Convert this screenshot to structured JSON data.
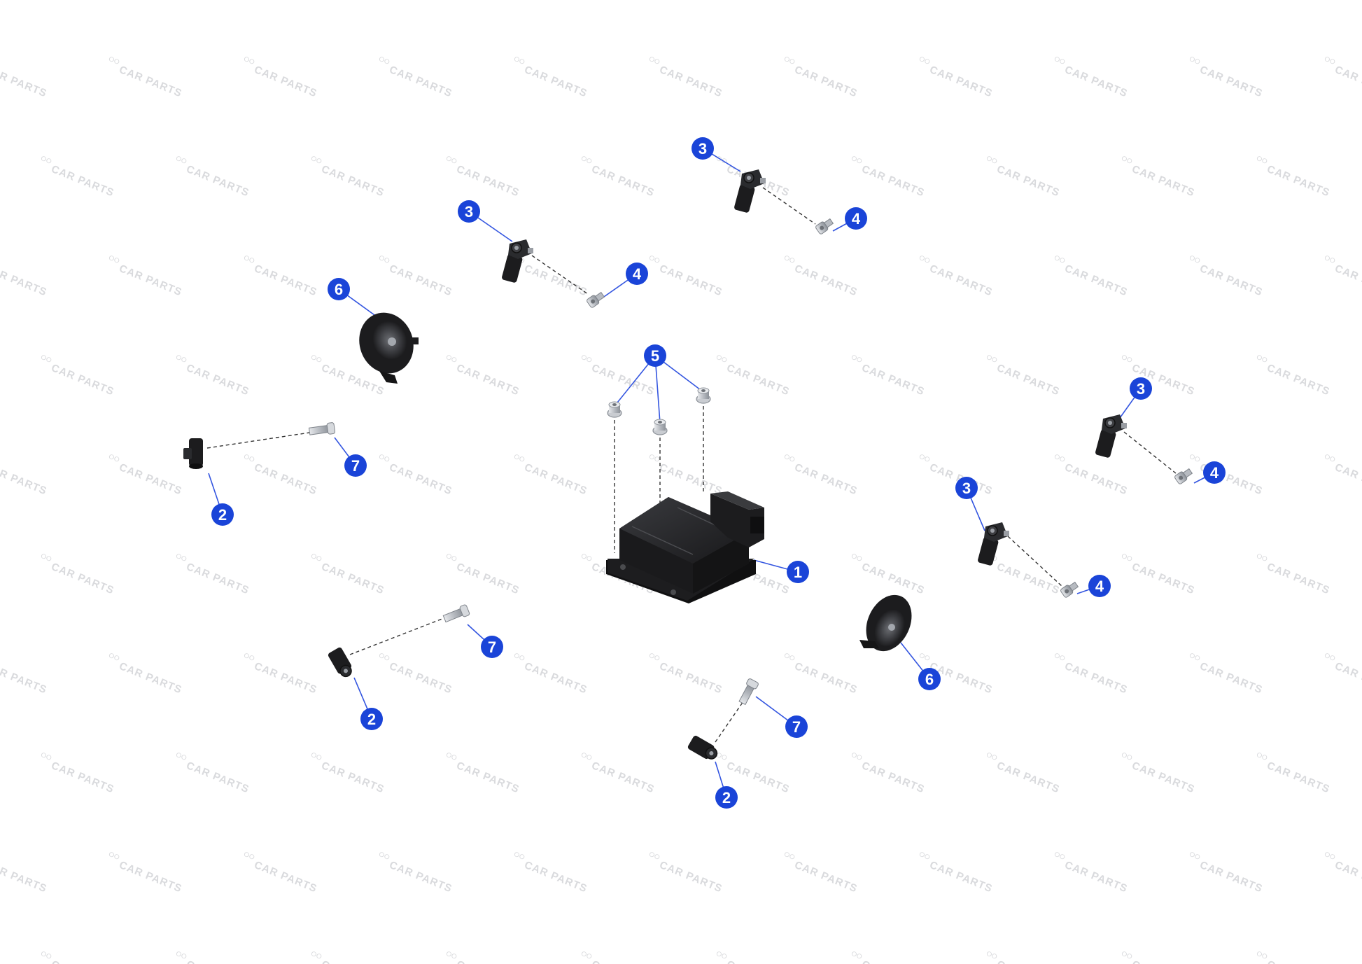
{
  "diagram": {
    "watermark": "CAR PARTS",
    "accent_color": "#1a44d8",
    "leader_color": "#3355e0",
    "part_color": "#1c1c1e",
    "bolt_color": "#c9ccd1"
  },
  "callouts": [
    {
      "id": "c1",
      "label": "1"
    },
    {
      "id": "c2a",
      "label": "2"
    },
    {
      "id": "c2b",
      "label": "2"
    },
    {
      "id": "c2c",
      "label": "2"
    },
    {
      "id": "c3a",
      "label": "3"
    },
    {
      "id": "c3b",
      "label": "3"
    },
    {
      "id": "c3c",
      "label": "3"
    },
    {
      "id": "c3d",
      "label": "3"
    },
    {
      "id": "c4a",
      "label": "4"
    },
    {
      "id": "c4b",
      "label": "4"
    },
    {
      "id": "c4c",
      "label": "4"
    },
    {
      "id": "c4d",
      "label": "4"
    },
    {
      "id": "c5",
      "label": "5"
    },
    {
      "id": "c6a",
      "label": "6"
    },
    {
      "id": "c6b",
      "label": "6"
    },
    {
      "id": "c7a",
      "label": "7"
    },
    {
      "id": "c7b",
      "label": "7"
    },
    {
      "id": "c7c",
      "label": "7"
    }
  ]
}
